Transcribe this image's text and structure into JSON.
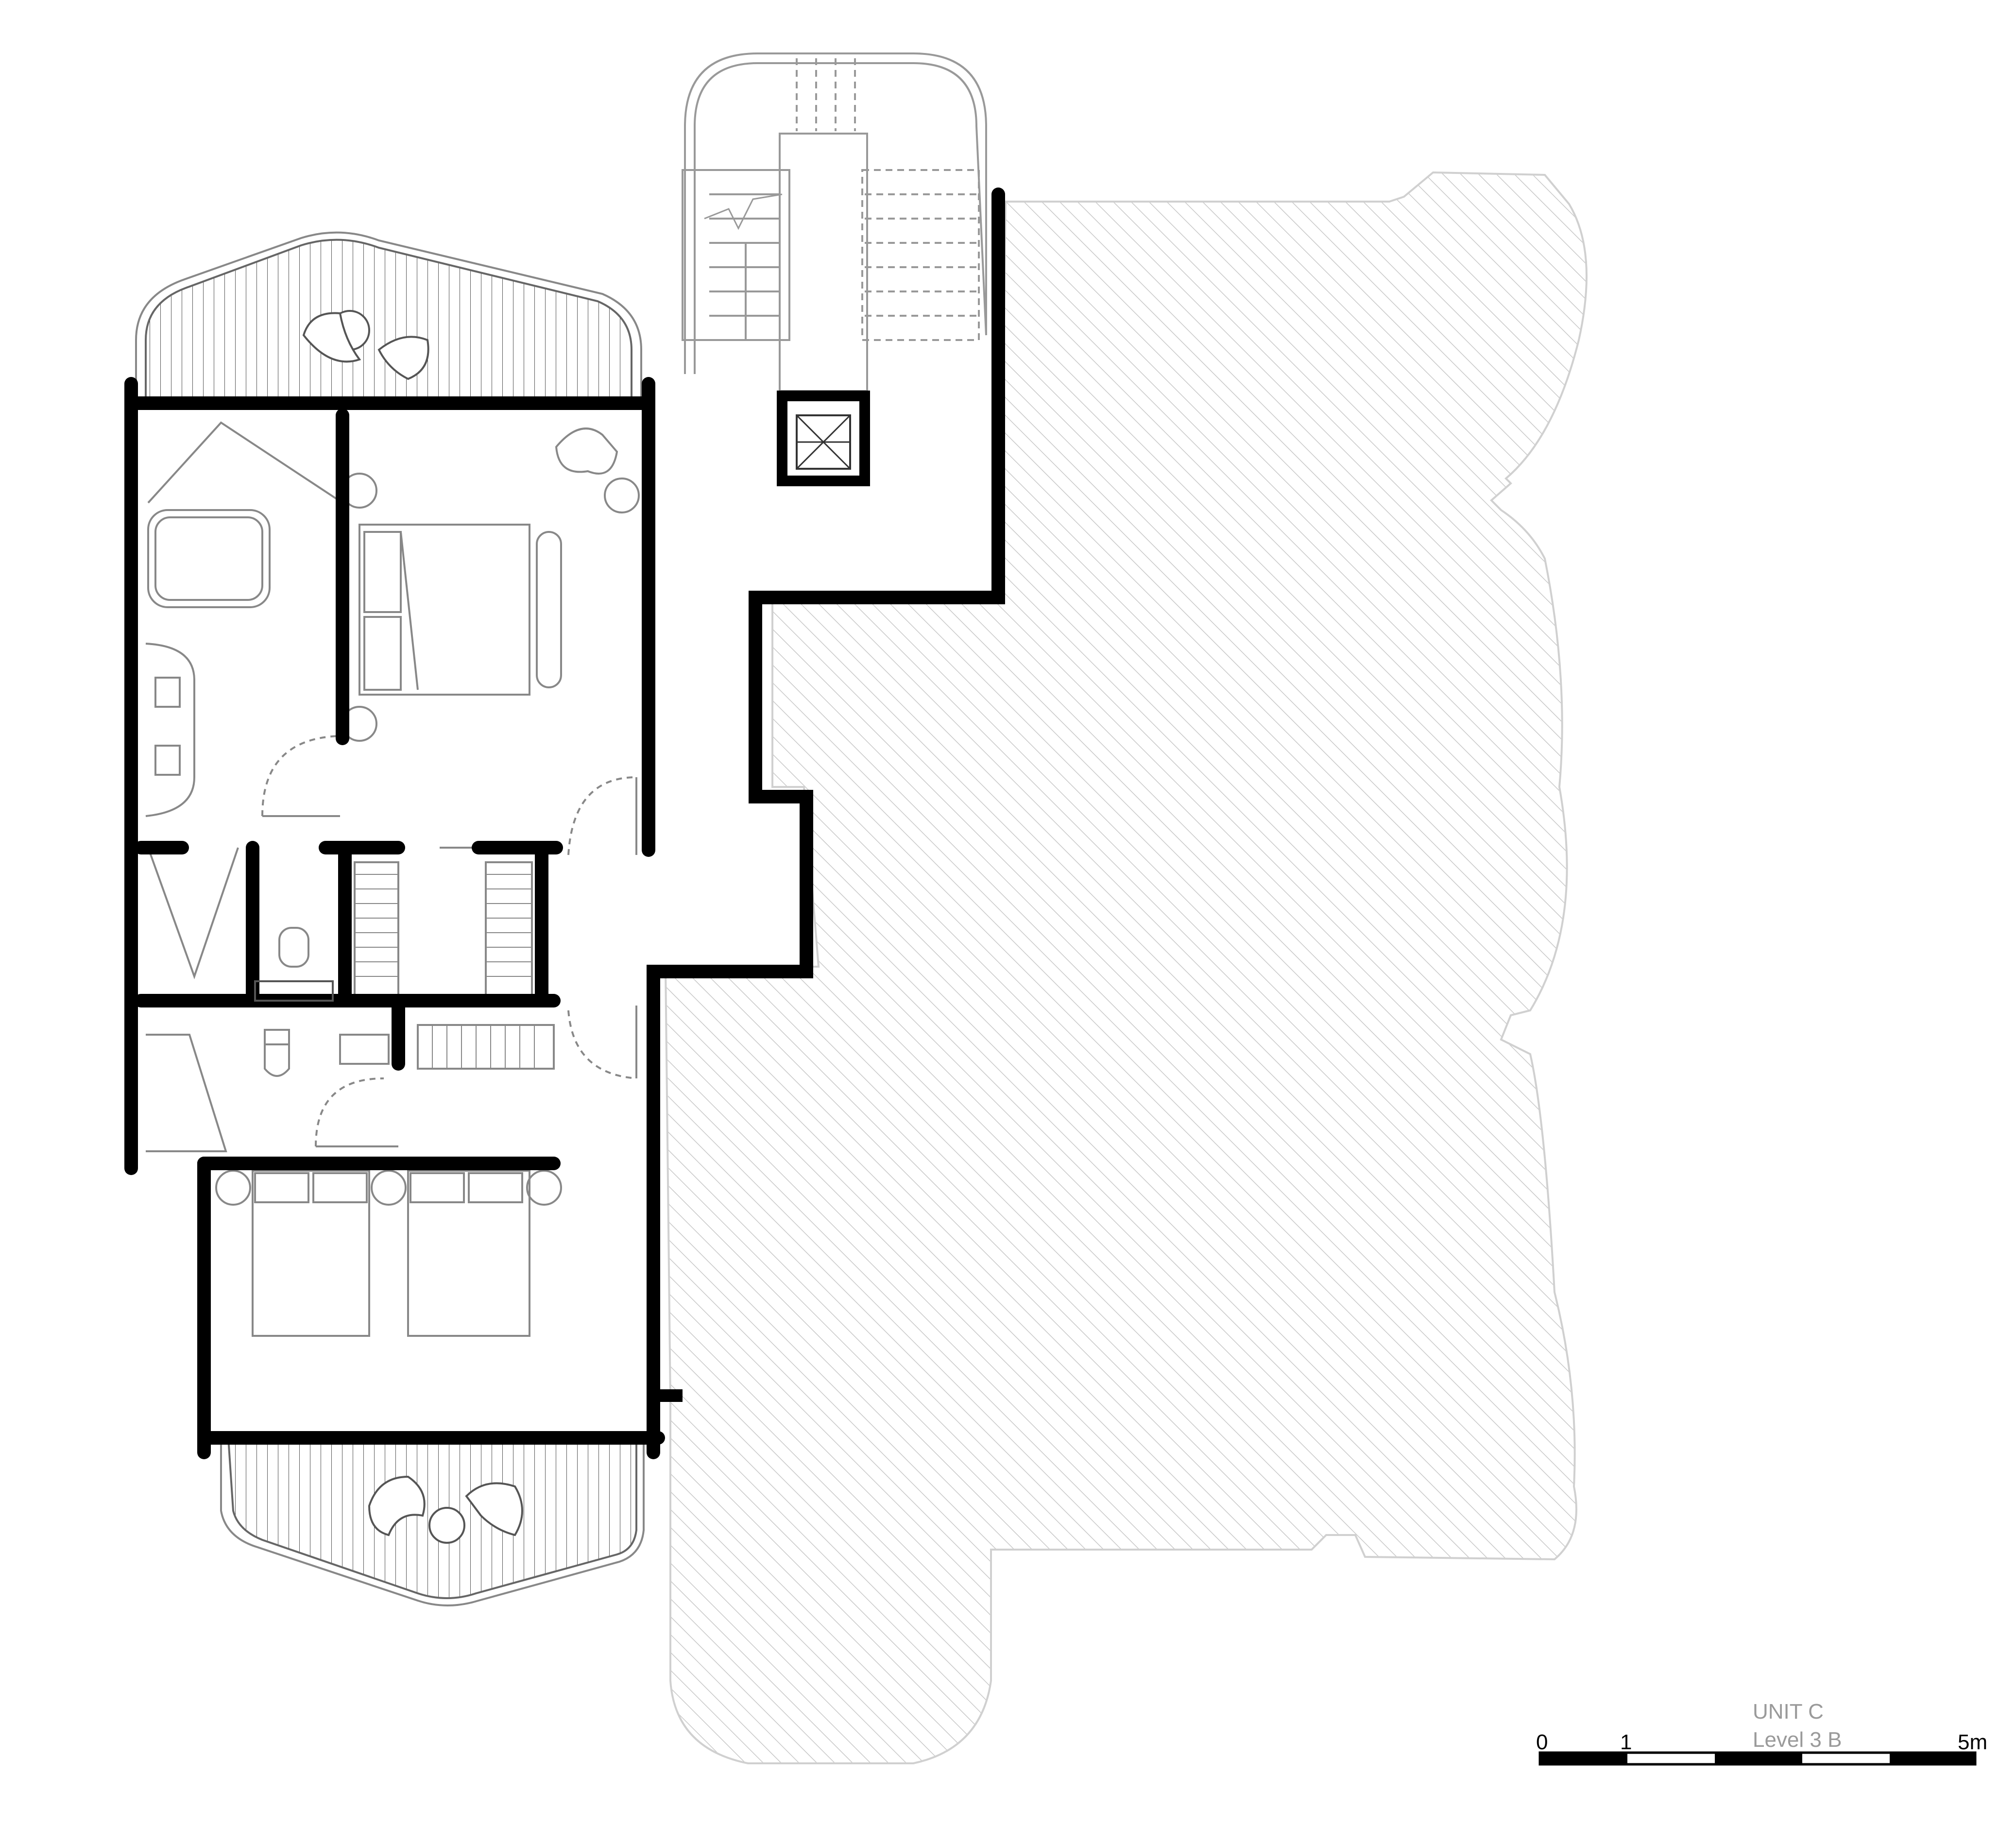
{
  "title": {
    "unit": "UNIT C",
    "level": "Level 3 B"
  },
  "scale_bar": {
    "labels": [
      "0",
      "1",
      "5m"
    ]
  }
}
